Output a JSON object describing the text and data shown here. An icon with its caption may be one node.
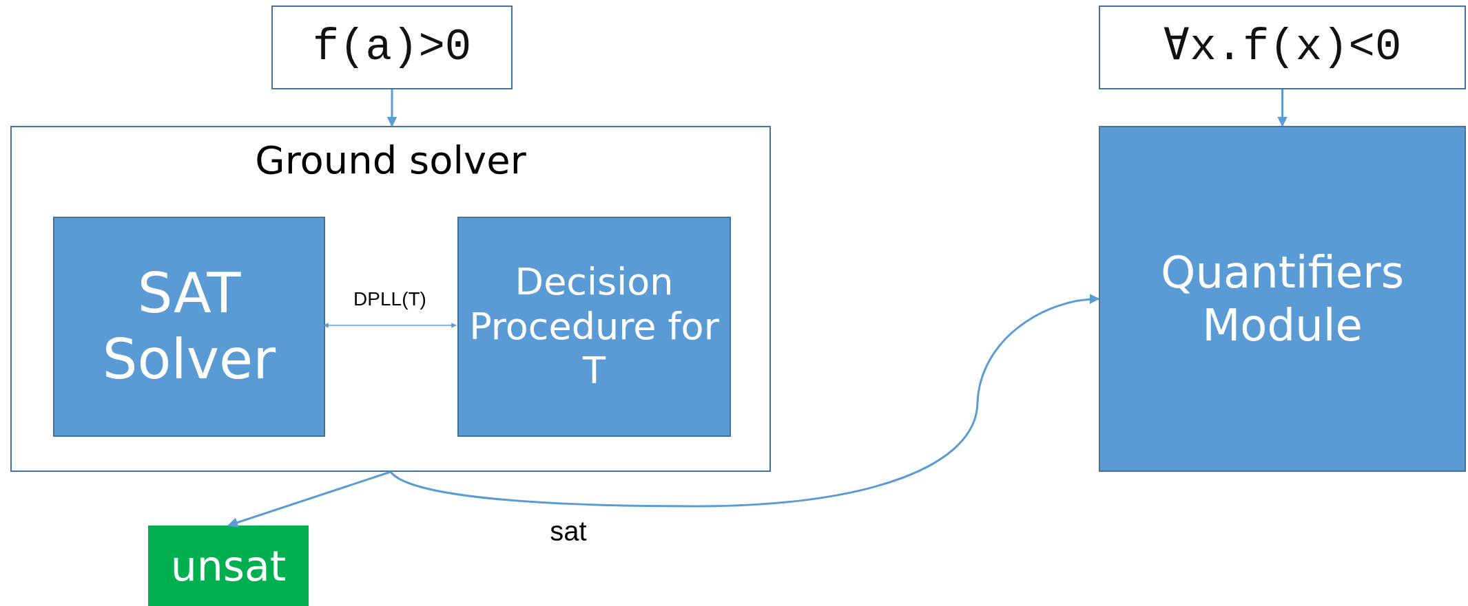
{
  "diagram": {
    "nodes": [
      {
        "text": [
          "f(a)>0"
        ]
      },
      {
        "text": [
          "Ground solver"
        ]
      },
      {
        "text": [
          "SAT Solver"
        ],
        "in": 1
      },
      {
        "text": [
          "Decision Procedure for T"
        ],
        "in": 1
      },
      {
        "text": [
          "∀x.f(x)<0"
        ]
      },
      {
        "text": [
          "Quantifiers Module"
        ]
      },
      {
        "text": [
          "unsat"
        ]
      }
    ],
    "edges": [
      {
        "from": 0,
        "to": 1,
        "arrow": "to"
      },
      {
        "from": 4,
        "to": 5,
        "arrow": "to"
      },
      {
        "from": 2,
        "to": 3,
        "arrow": "both",
        "label": "DPLL(T)"
      },
      {
        "from": 1,
        "to": 6,
        "arrow": "to"
      },
      {
        "from": 1,
        "to": 5,
        "arrow": "to",
        "label": "sat"
      }
    ]
  }
}
